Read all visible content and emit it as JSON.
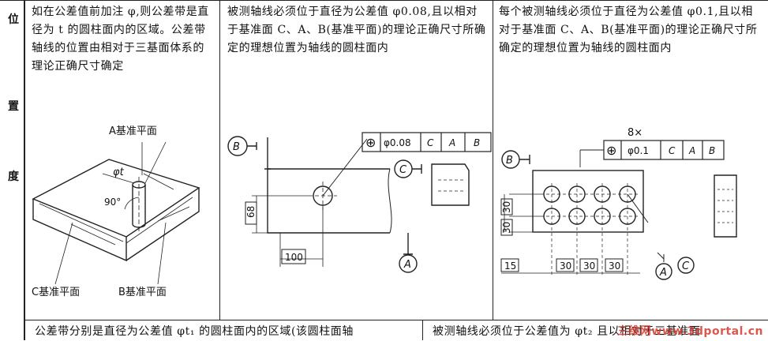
{
  "side_column": {
    "chars": [
      "位",
      "置",
      "度"
    ]
  },
  "col1": {
    "text": "如在公差值前加注 φ,则公差带是直径为 t 的圆柱面内的区域。公差带轴线的位置由相对于三基面体系的理论正确尺寸确定",
    "labels": {
      "a_plane": "A基准平面",
      "c_plane": "C基准平面",
      "b_plane": "B基准平面",
      "phi_t": "φt",
      "angle": "90°"
    }
  },
  "col2": {
    "text": "被测轴线必须位于直径为公差值 φ0.08,且以相对于基准面 C、A、B(基准平面)的理论正确尺寸所确定的理想位置为轴线的圆柱面内",
    "frame": {
      "symbol": "⊕",
      "tol": "φ0.08",
      "d1": "C",
      "d2": "A",
      "d3": "B"
    },
    "datums": {
      "b": "B",
      "c": "C",
      "a": "A"
    },
    "dims": {
      "vert": "68",
      "horiz": "100"
    }
  },
  "col3": {
    "text": "每个被测轴线必须位于直径为公差值 φ0.1,且以相对于基准面 C、A、B(基准平面)的理论正确尺寸所确定的理想位置为轴线的圆柱面内",
    "count": "8×",
    "frame": {
      "symbol": "⊕",
      "tol": "φ0.1",
      "d1": "C",
      "d2": "A",
      "d3": "B"
    },
    "datums": {
      "b": "B",
      "a": "A",
      "c": "C"
    },
    "dims": {
      "v1": "30",
      "v2": "30",
      "h0": "15",
      "h1": "30",
      "h2": "30",
      "h3": "30"
    }
  },
  "bottom": {
    "left": "公差带分别是直径为公差值 φt₁ 的圆柱面内的区域(该圆柱面轴",
    "right": "被测轴线必须位于公差值为 φt₂ 且以相对于三基准面"
  },
  "watermark": "三维网www.3dportal.cn"
}
